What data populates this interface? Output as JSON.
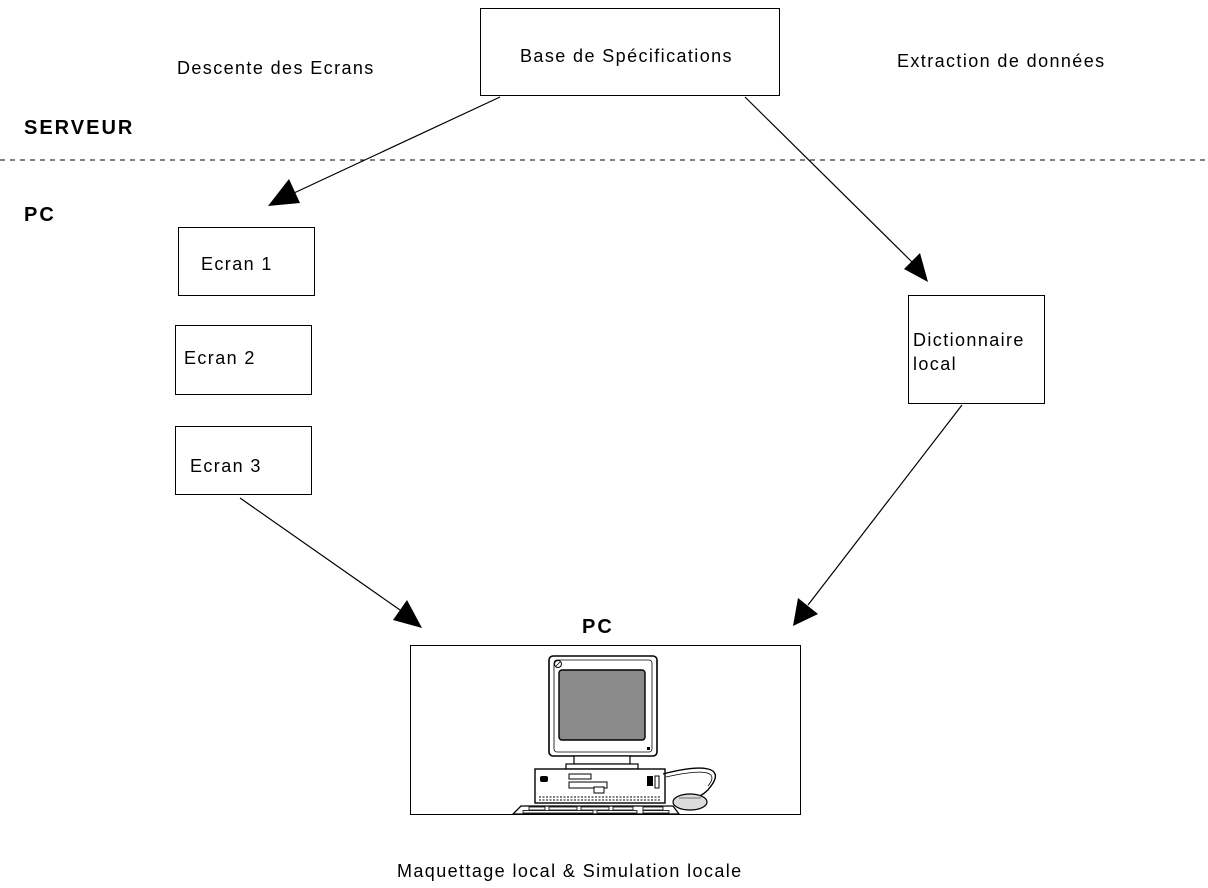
{
  "diagram": {
    "labels": {
      "descente": "Descente des Ecrans",
      "extraction": "Extraction de données",
      "serveur": "SERVEUR",
      "pc_zone": "PC",
      "pc_title": "PC",
      "caption": "Maquettage local & Simulation locale"
    },
    "nodes": {
      "base": "Base de Spécifications",
      "ecran1": "Ecran 1",
      "ecran2": "Ecran 2",
      "ecran3": "Ecran 3",
      "dictionnaire": "Dictionnaire\nlocal"
    },
    "illustration": "computer-workstation-icon",
    "colors": {
      "line": "#000000",
      "screen": "#8a8a8a",
      "background": "#ffffff"
    }
  }
}
